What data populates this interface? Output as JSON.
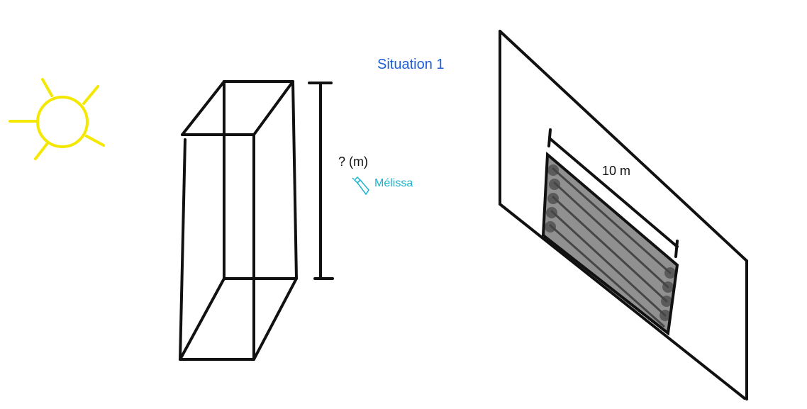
{
  "title": "Situation 1",
  "height_label": "? (m)",
  "length_label": "10 m",
  "author": {
    "name": "Mélissa",
    "icon": "highlighter-icon"
  },
  "colors": {
    "sun": "#f5e800",
    "title": "#1a5fd6",
    "author": "#19b3cc",
    "ink": "#111111"
  }
}
